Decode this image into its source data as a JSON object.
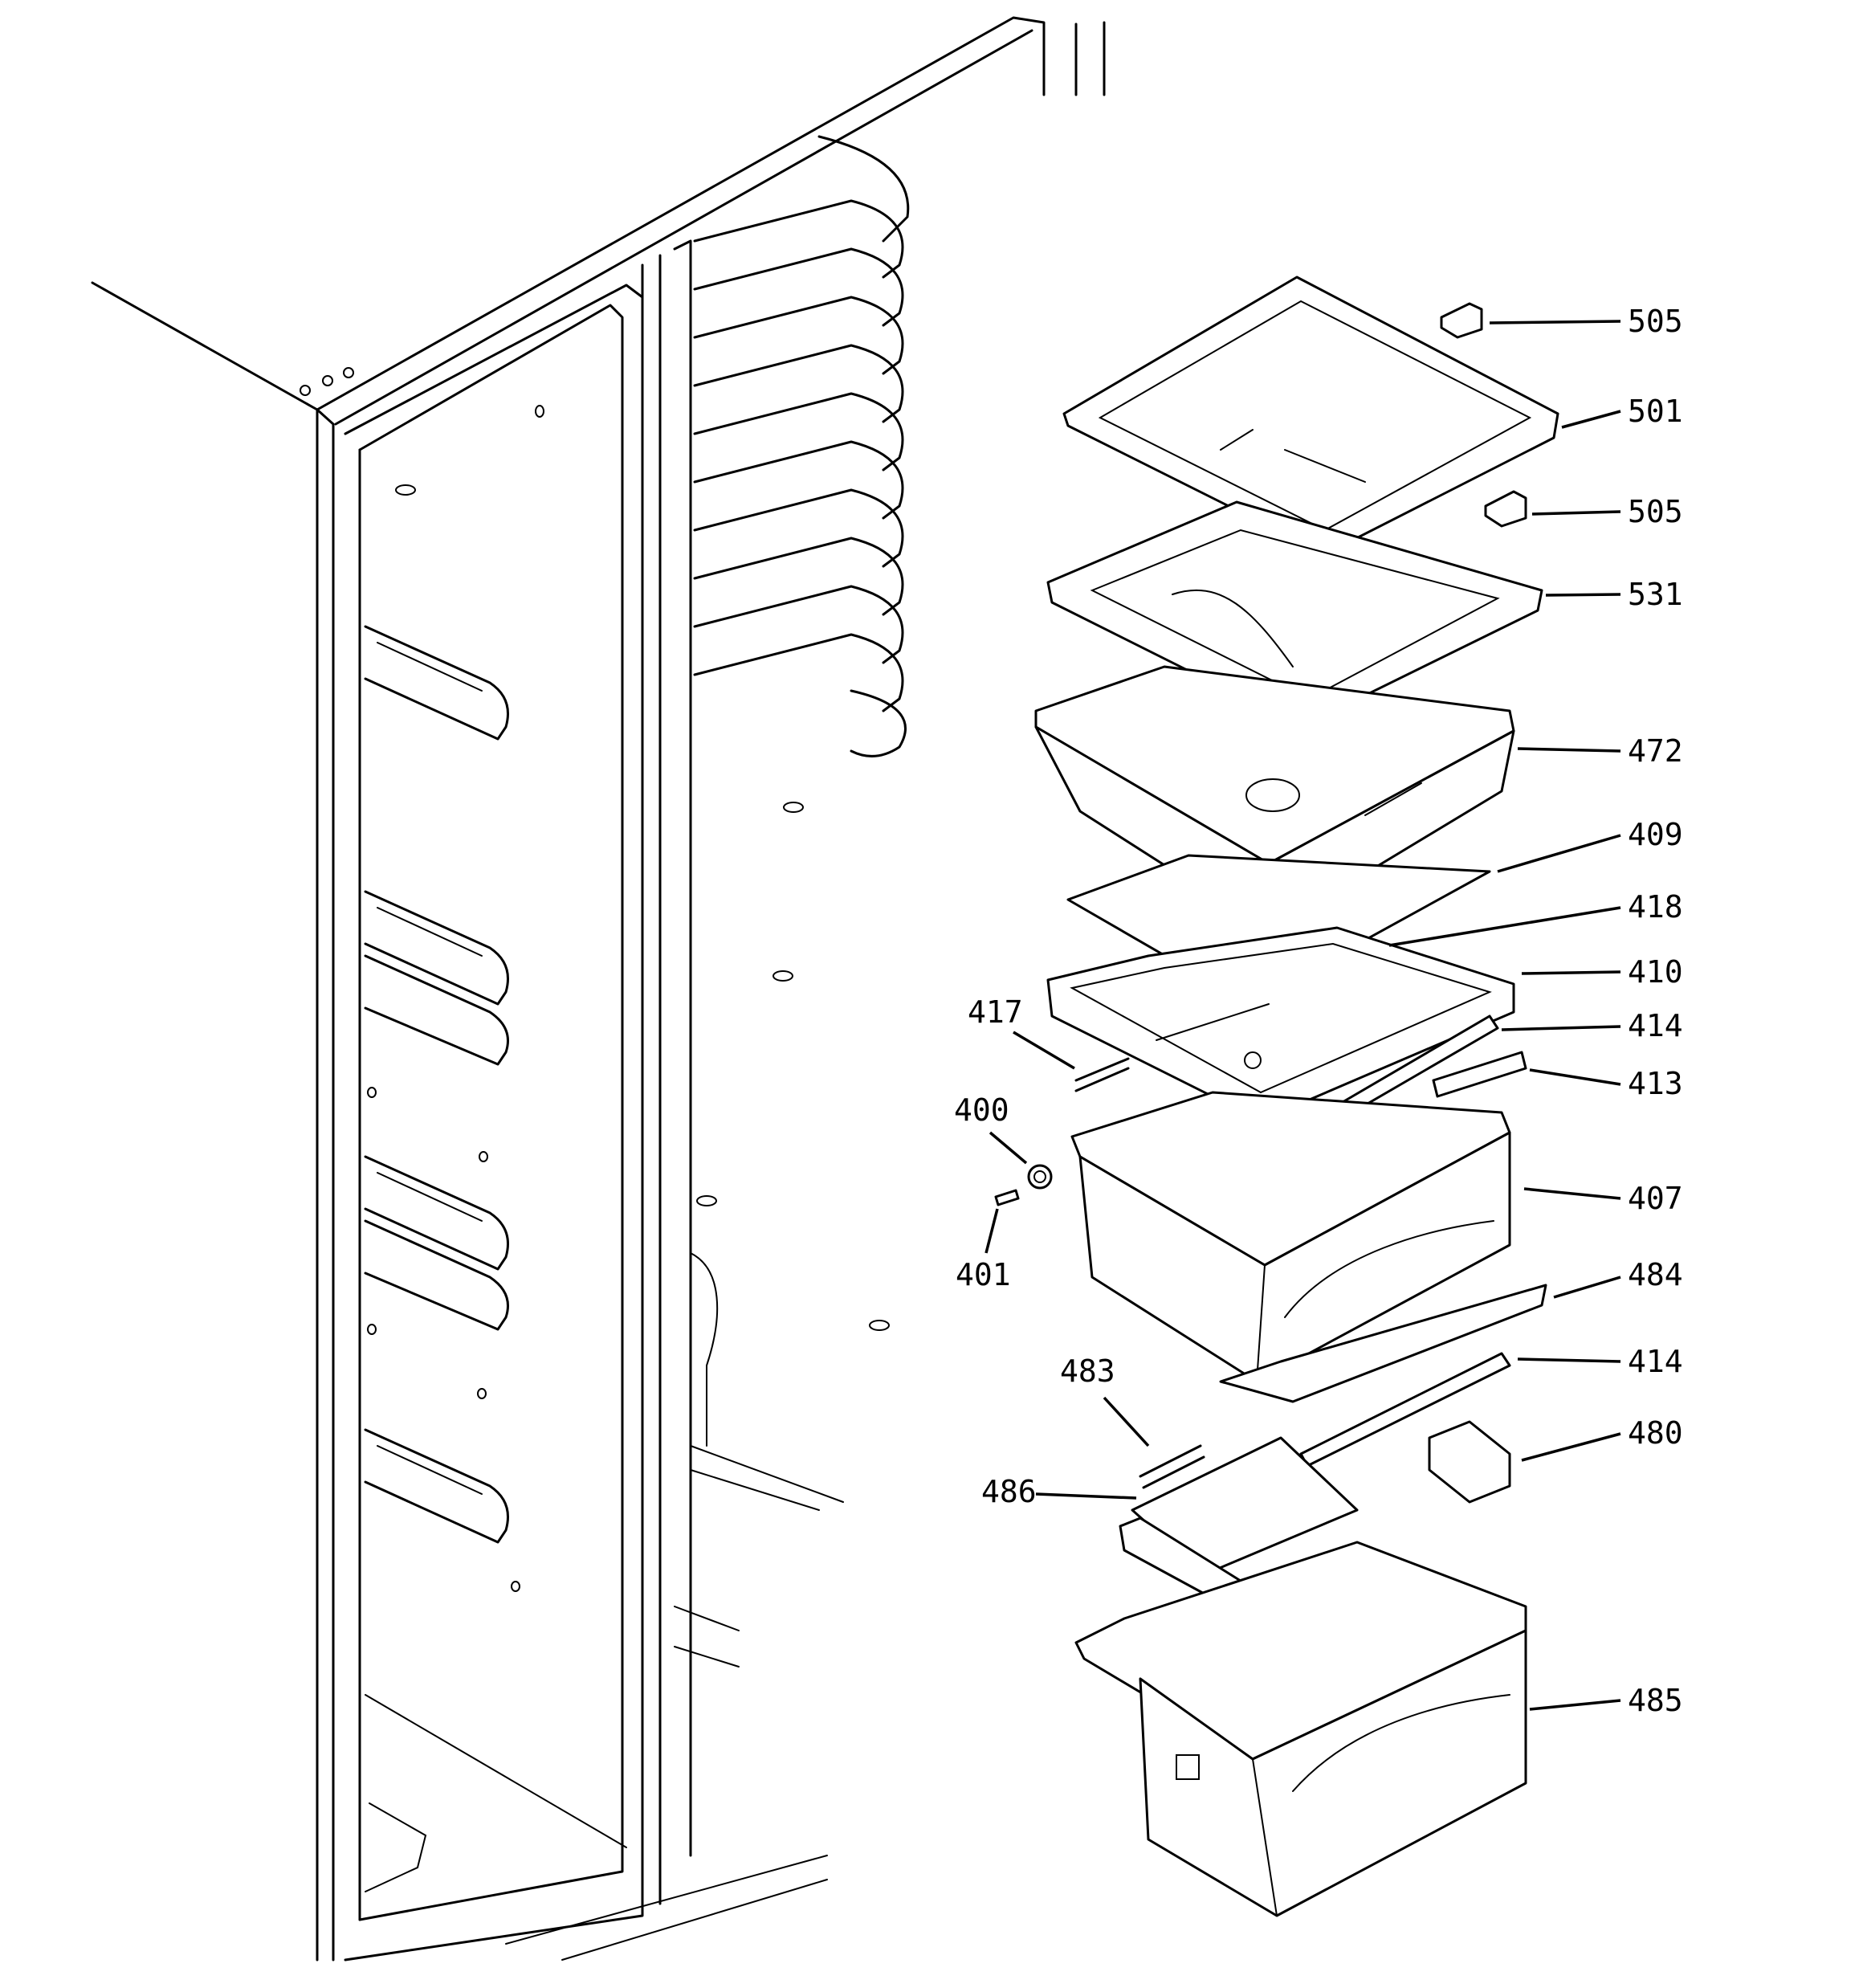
{
  "callouts": [
    {
      "id": "c505a",
      "label": "505"
    },
    {
      "id": "c501",
      "label": "501"
    },
    {
      "id": "c505b",
      "label": "505"
    },
    {
      "id": "c531",
      "label": "531"
    },
    {
      "id": "c472",
      "label": "472"
    },
    {
      "id": "c409",
      "label": "409"
    },
    {
      "id": "c418",
      "label": "418"
    },
    {
      "id": "c410",
      "label": "410"
    },
    {
      "id": "c414a",
      "label": "414"
    },
    {
      "id": "c413",
      "label": "413"
    },
    {
      "id": "c407",
      "label": "407"
    },
    {
      "id": "c484",
      "label": "484"
    },
    {
      "id": "c414b",
      "label": "414"
    },
    {
      "id": "c480",
      "label": "480"
    },
    {
      "id": "c485",
      "label": "485"
    },
    {
      "id": "c417",
      "label": "417"
    },
    {
      "id": "c400",
      "label": "400"
    },
    {
      "id": "c401",
      "label": "401"
    },
    {
      "id": "c483",
      "label": "483"
    },
    {
      "id": "c486",
      "label": "486"
    }
  ]
}
